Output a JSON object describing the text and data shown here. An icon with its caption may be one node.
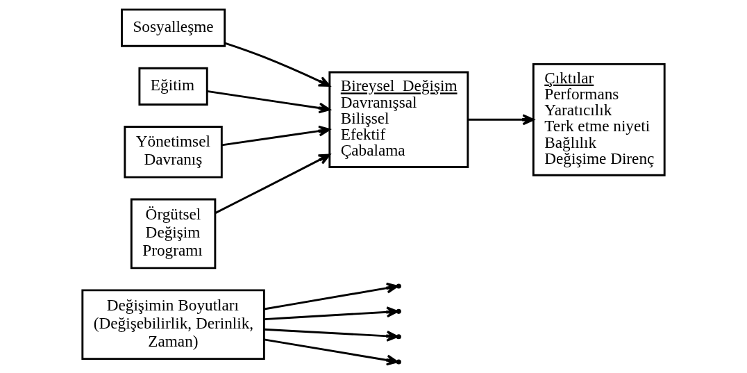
{
  "diagram": {
    "nodes": [
      {
        "text": [
          "Değişimin Boyutları (Değişebilirlik, Derinlik, Zaman)"
        ]
      },
      {
        "text": [
          "Sosyalleşme"
        ]
      },
      {
        "text": [
          "Eğitim"
        ]
      },
      {
        "text": [
          "Yönetimsel Davranış"
        ]
      },
      {
        "text": [
          "Örgütsel Değişim Programı"
        ]
      },
      {
        "text": [
          "Bireysel  Değişim",
          "Davranışsal",
          "Bilişsel",
          "Efektif",
          "Çabalama"
        ]
      },
      {
        "text": [
          "Çıktılar",
          "Performans",
          "Yaratıcılık",
          "Terk etme niyeti",
          "Bağlılık",
          "Değişime Direnç"
        ]
      }
    ],
    "edges": [
      {
        "from": 1,
        "to": 5,
        "arrow": "to"
      },
      {
        "from": 2,
        "to": 5,
        "arrow": "to"
      },
      {
        "from": 3,
        "to": 5,
        "arrow": "to"
      },
      {
        "from": 4,
        "to": 5,
        "arrow": "to"
      },
      {
        "from": 5,
        "to": 6,
        "arrow": "to"
      },
      {
        "from": 0,
        "to": null,
        "arrow": "to"
      },
      {
        "from": 0,
        "to": null,
        "arrow": "to"
      },
      {
        "from": 0,
        "to": null,
        "arrow": "to"
      },
      {
        "from": 0,
        "to": null,
        "arrow": "to"
      }
    ]
  }
}
